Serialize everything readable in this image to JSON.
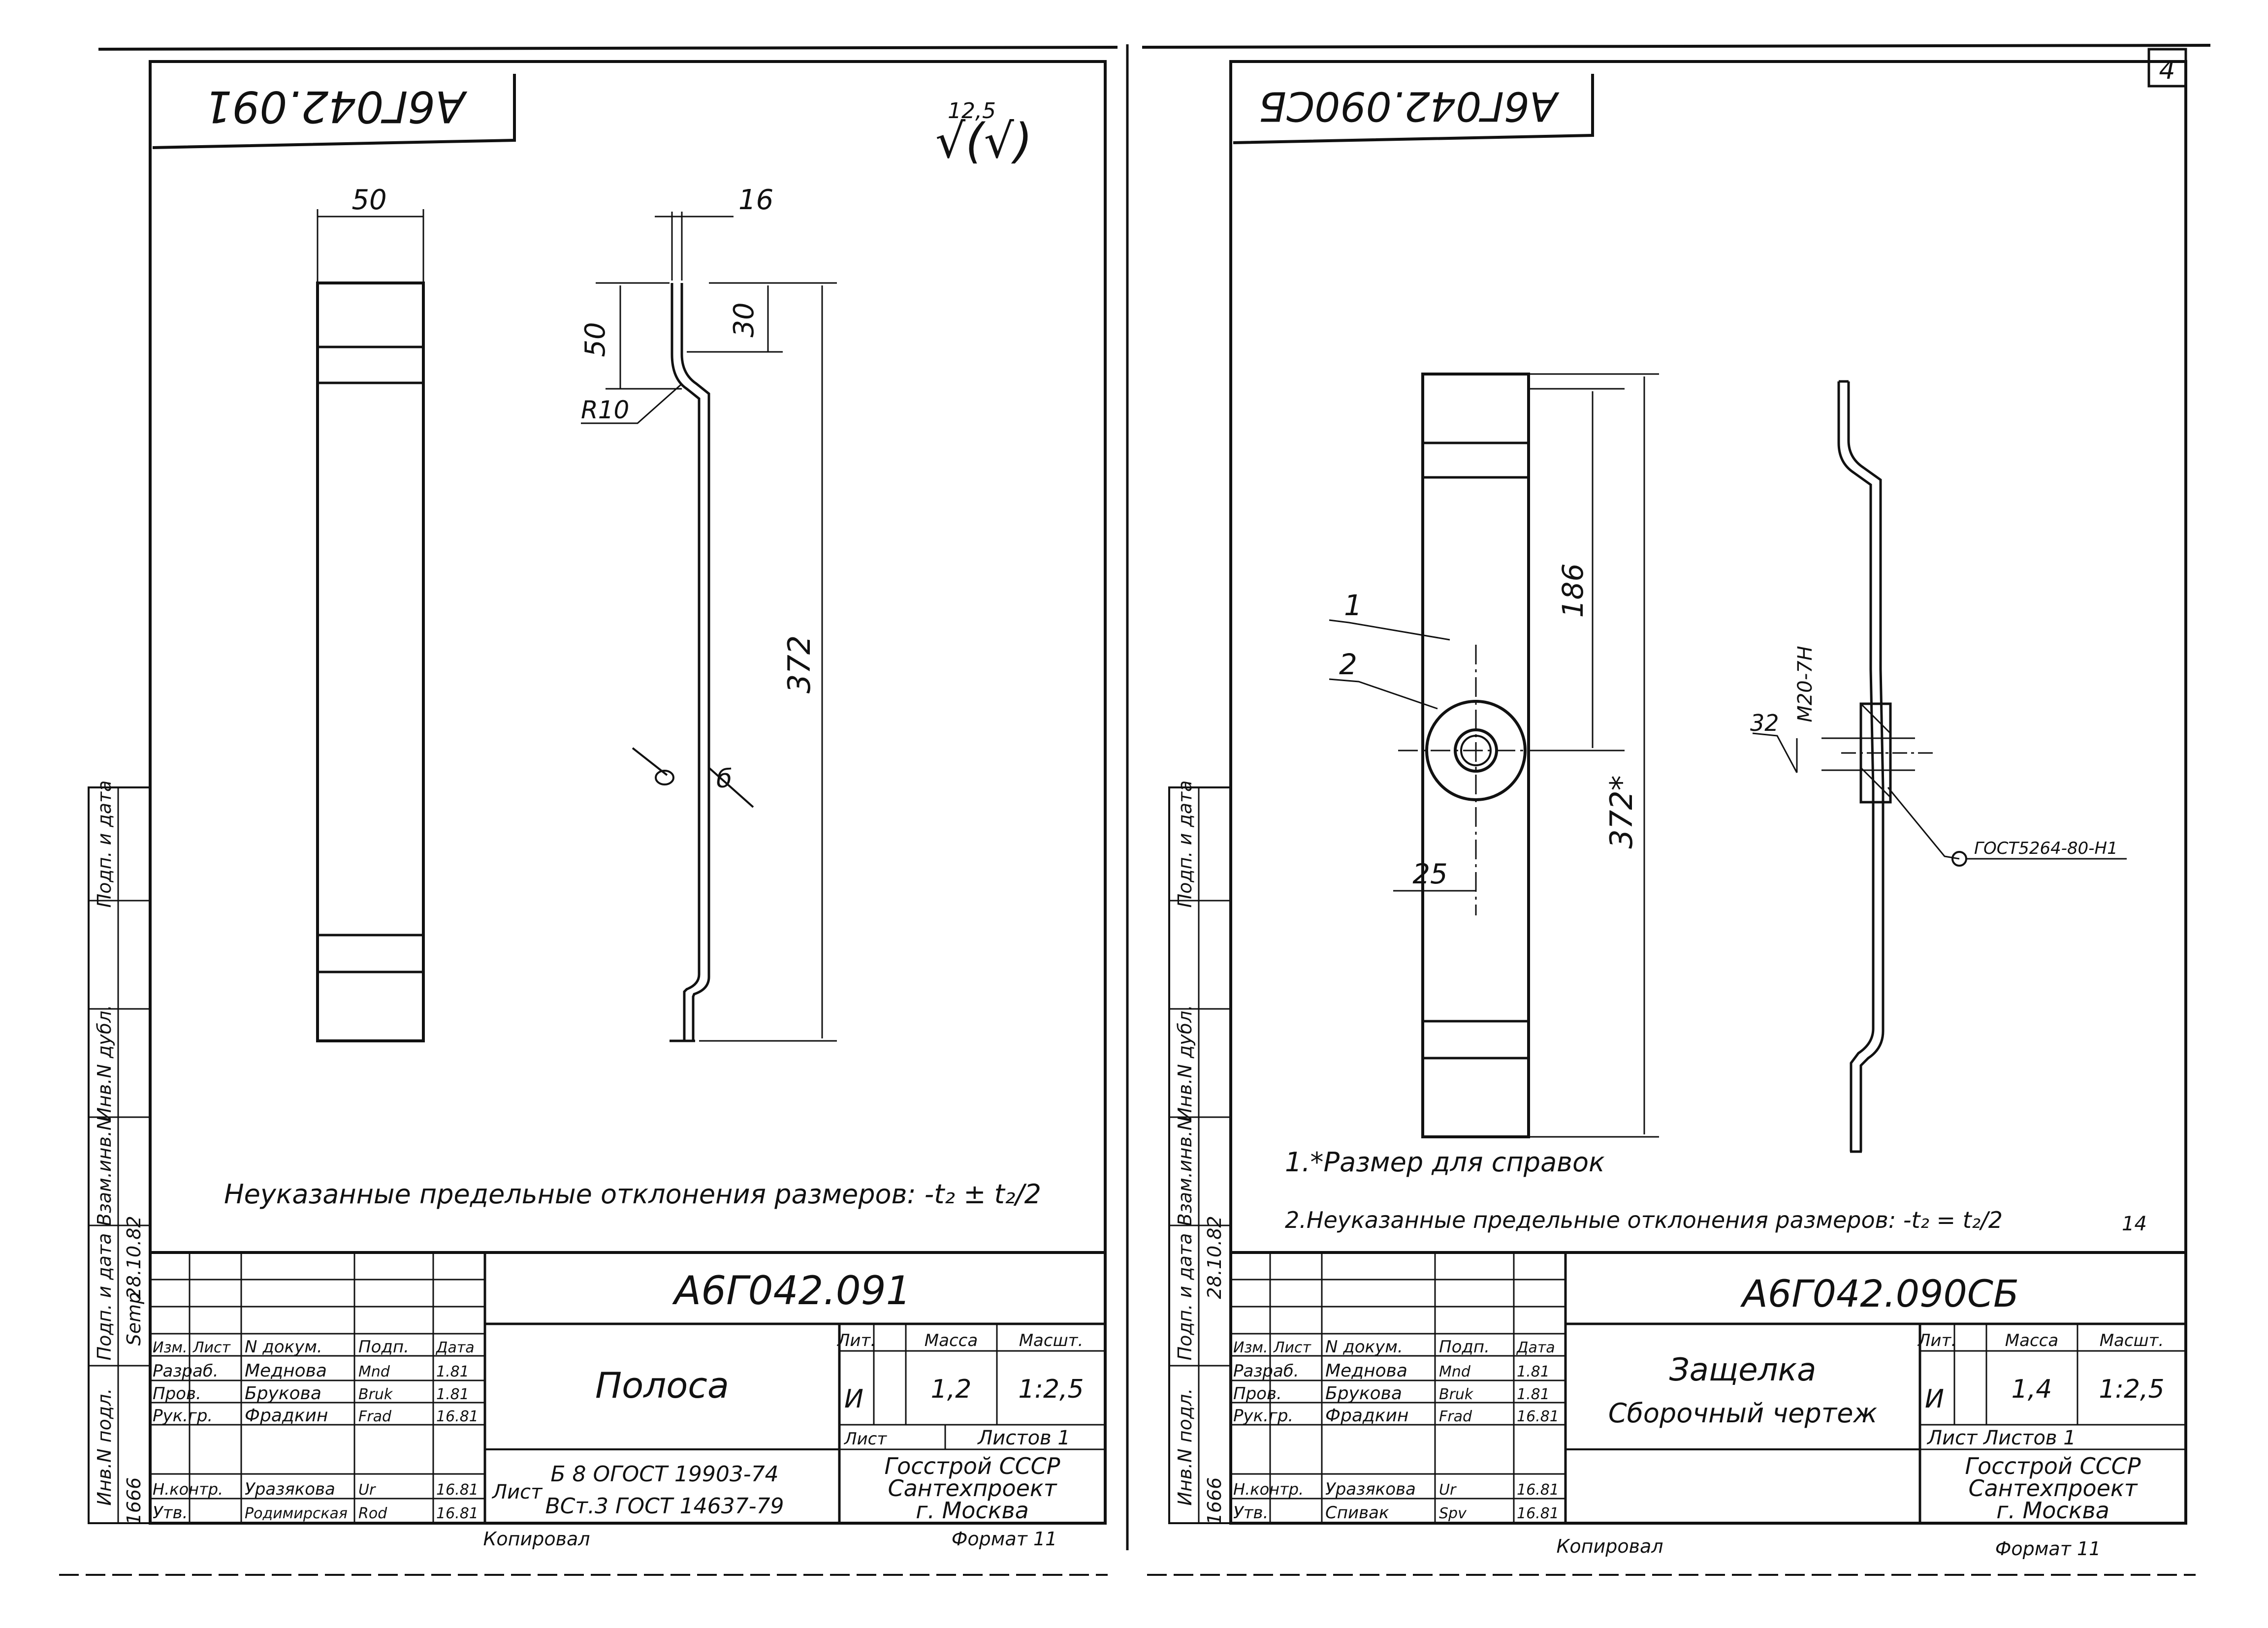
{
  "colors": {
    "ink": "#111111",
    "paper": "#ffffff"
  },
  "sheet_left": {
    "stamp": "А6Г042.091",
    "roughness": {
      "value": "12,5",
      "symbol": "√(√)"
    },
    "dims": {
      "width": "50",
      "thickness": "16",
      "bend_offset": "50",
      "bend_length": "30",
      "radius": "R10",
      "length": "372"
    },
    "cut_label_a": "б",
    "note": "Неуказанные предельные отклонения размеров: -t₂ ± t₂/2",
    "title_block": {
      "doc_number": "А6Г042.091",
      "name": "Полоса",
      "col_headers": [
        "Изм.",
        "Лист",
        "N докум.",
        "Подп.",
        "Дата"
      ],
      "rows": [
        {
          "role": "Разраб.",
          "surname": "Меднова",
          "sign": "Mnd",
          "date": "1.81"
        },
        {
          "role": "Пров.",
          "surname": "Брукова",
          "sign": "Bruk",
          "date": "1.81"
        },
        {
          "role": "Рук.гр.",
          "surname": "Фрадкин",
          "sign": "Frad",
          "date": "16.81"
        },
        {
          "role": "Н.контр.",
          "surname": "Уразякова",
          "sign": "Ur",
          "date": "16.81"
        },
        {
          "role": "Утв.",
          "surname": "Родимирская",
          "sign": "Rod",
          "date": "16.81"
        }
      ],
      "lit_header": "Лит.",
      "mass_header": "Масса",
      "scale_header": "Масшт.",
      "lit": "И",
      "mass": "1,2",
      "scale": "1:2,5",
      "sheet_label": "Лист",
      "sheets_label": "Листов 1",
      "material_prefix": "Лист",
      "material_line1": "Б 8 ОГОСТ 19903-74",
      "material_line2": "ВСт.3 ГОСТ 14637-79",
      "org_line1": "Госстрой СССР",
      "org_line2": "Сантехпроект",
      "org_line3": "г. Москва",
      "copied": "Копировал",
      "format": "Формат 11"
    },
    "side_strip": {
      "labels": [
        "Инв.N подл.",
        "Подп. и дата",
        "Взам.инв.N",
        "Инв.N дубл.",
        "Подп. и дата"
      ],
      "inv": "1666",
      "date": "28.10.82",
      "sign": "Semp"
    }
  },
  "sheet_right": {
    "stamp": "А6Г042.090СБ",
    "page_number": "4",
    "leaders": [
      "1",
      "2"
    ],
    "dims": {
      "offset": "186",
      "length": "372*",
      "width": "25",
      "hole": "32",
      "thread": "M20-7H",
      "weld": "ГОСТ5264-80-Н1"
    },
    "notes": [
      "1.*Размер для справок",
      "2.Неуказанные предельные отклонения размеров: -t₂ = t₂/2"
    ],
    "note_mark": "14",
    "title_block": {
      "doc_number": "А6Г042.090СБ",
      "name_line1": "Защелка",
      "name_line2": "Сборочный чертеж",
      "col_headers": [
        "Изм.",
        "Лист",
        "N докум.",
        "Подп.",
        "Дата"
      ],
      "rows": [
        {
          "role": "Разраб.",
          "surname": "Меднова",
          "sign": "Mnd",
          "date": "1.81"
        },
        {
          "role": "Пров.",
          "surname": "Брукова",
          "sign": "Bruk",
          "date": "1.81"
        },
        {
          "role": "Рук.гр.",
          "surname": "Фрадкин",
          "sign": "Frad",
          "date": "16.81"
        },
        {
          "role": "Н.контр.",
          "surname": "Уразякова",
          "sign": "Ur",
          "date": "16.81"
        },
        {
          "role": "Утв.",
          "surname": "Спивак",
          "sign": "Spv",
          "date": "16.81"
        }
      ],
      "lit_header": "Лит.",
      "mass_header": "Масса",
      "scale_header": "Масшт.",
      "lit": "И",
      "mass": "1,4",
      "scale": "1:2,5",
      "sheets_label": "Лист   Листов 1",
      "org_line1": "Госстрой СССР",
      "org_line2": "Сантехпроект",
      "org_line3": "г. Москва",
      "copied": "Копировал",
      "format": "Формат 11"
    },
    "side_strip": {
      "labels": [
        "Инв.N подл.",
        "Подп. и дата",
        "Взам.инв.N",
        "Инв.N дубл.",
        "Подп. и дата"
      ],
      "inv": "1666",
      "date": "28.10.82"
    }
  }
}
